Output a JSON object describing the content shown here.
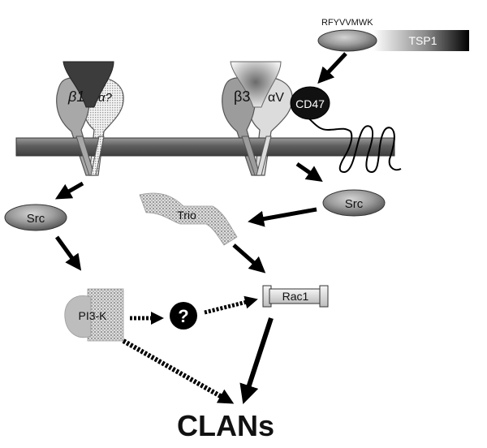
{
  "ligand": {
    "peptide_label": "RFYVVMWK",
    "name": "TSP1"
  },
  "receptors": {
    "left": {
      "beta": "β1",
      "alpha": "α?"
    },
    "right": {
      "beta": "β3",
      "alpha": "αV",
      "partner": "CD47"
    }
  },
  "nodes": {
    "src_left": "Src",
    "src_right": "Src",
    "trio": "Trio",
    "pi3k": "PI3-K",
    "unknown": "?",
    "rac1": "Rac1",
    "output": "CLANs"
  },
  "colors": {
    "text": "#111111",
    "oval_gray": "#9a9a9a",
    "dark": "#111111",
    "membrane": "#6e6e6e"
  }
}
